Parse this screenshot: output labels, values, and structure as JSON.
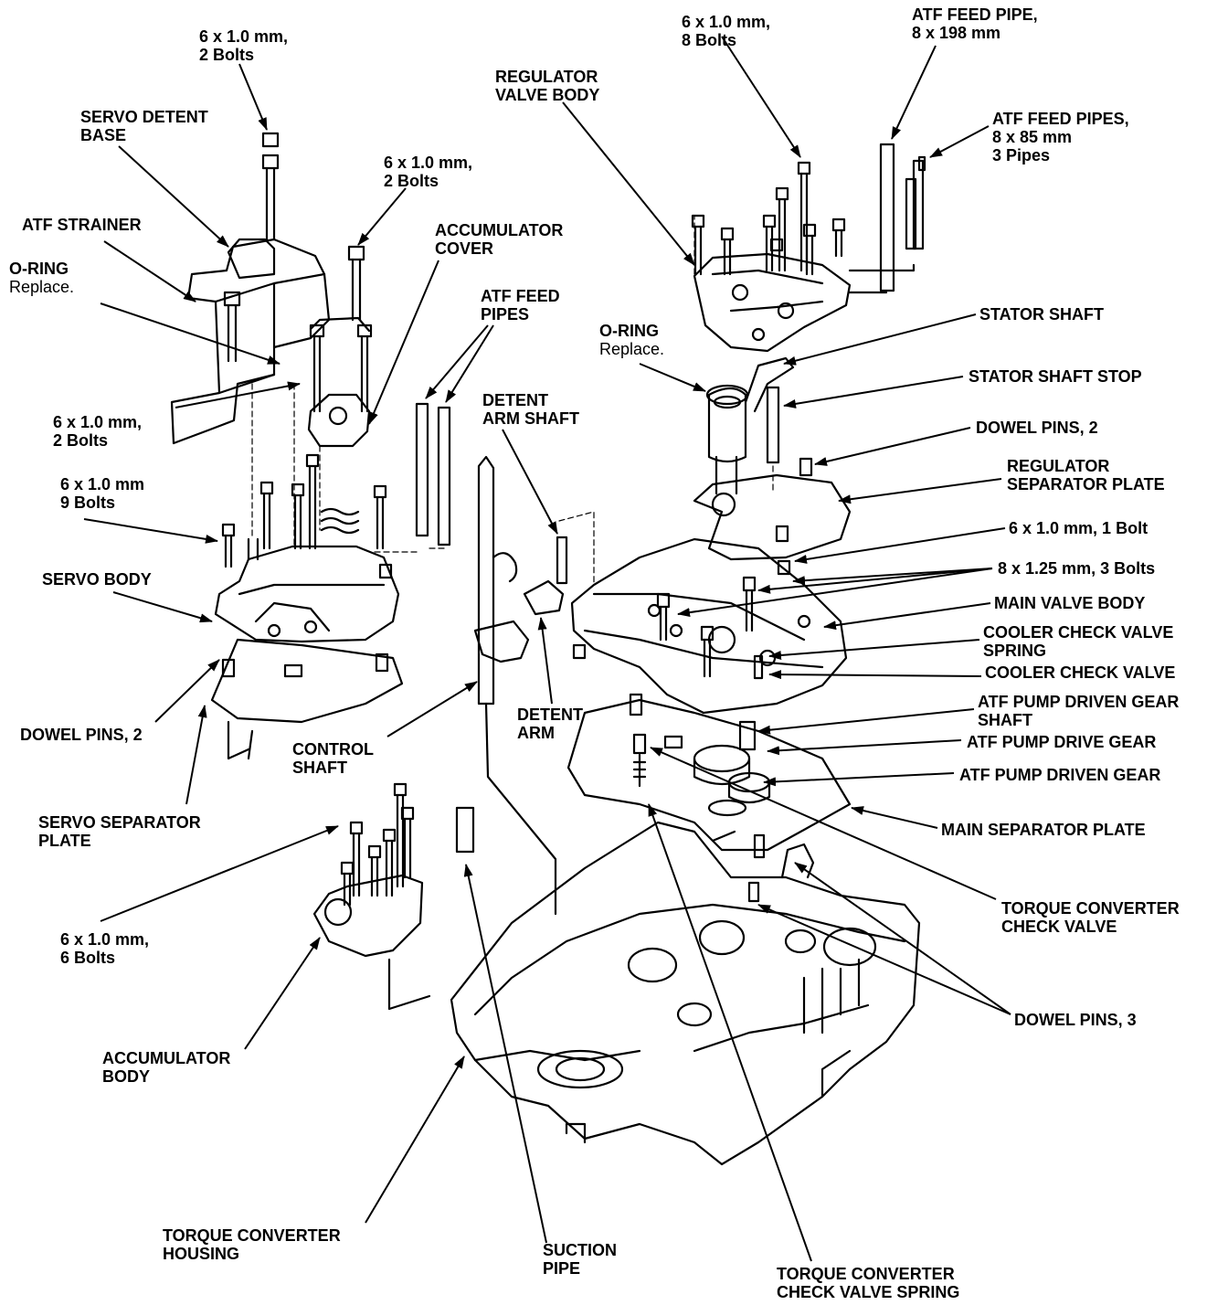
{
  "colors": {
    "ink": "#000000",
    "paper": "#ffffff"
  },
  "labels": {
    "servo_bolts_top": [
      "6 x 1.0 mm,",
      "2 Bolts"
    ],
    "servo_detent_base": [
      "SERVO DETENT",
      "BASE"
    ],
    "cover_bolts": [
      "6 x 1.0 mm,",
      "2 Bolts"
    ],
    "atf_strainer": [
      "ATF STRAINER"
    ],
    "o_ring_left": [
      "O-RING",
      "Replace."
    ],
    "accumulator_cover": [
      "ACCUMULATOR",
      "COVER"
    ],
    "atf_feed_pipes_mid": [
      "ATF FEED",
      "PIPES"
    ],
    "strainer_bolts": [
      "6 x 1.0 mm,",
      "2 Bolts"
    ],
    "detent_arm_shaft": [
      "DETENT",
      "ARM SHAFT"
    ],
    "servo_nine_bolts": [
      "6 x 1.0 mm",
      "9 Bolts"
    ],
    "servo_body": [
      "SERVO BODY"
    ],
    "dowel_pins_left": [
      "DOWEL PINS, 2"
    ],
    "control_shaft": [
      "CONTROL",
      "SHAFT"
    ],
    "detent_arm": [
      "DETENT",
      "ARM"
    ],
    "servo_separator_plate": [
      "SERVO SEPARATOR",
      "PLATE"
    ],
    "accumulator_bolts": [
      "6 x 1.0 mm,",
      "6 Bolts"
    ],
    "accumulator_body": [
      "ACCUMULATOR",
      "BODY"
    ],
    "torque_converter_housing": [
      "TORQUE CONVERTER",
      "HOUSING"
    ],
    "suction_pipe": [
      "SUCTION",
      "PIPE"
    ],
    "tc_check_valve_spring": [
      "TORQUE CONVERTER",
      "CHECK VALVE SPRING"
    ],
    "regulator_bolts": [
      "6 x 1.0 mm,",
      "8 Bolts"
    ],
    "atf_feed_pipe_198": [
      "ATF FEED PIPE,",
      "8 x 198 mm"
    ],
    "regulator_valve_body": [
      "REGULATOR",
      "VALVE BODY"
    ],
    "atf_feed_pipes_85": [
      "ATF FEED PIPES,",
      "8 x 85 mm",
      "3 Pipes"
    ],
    "stator_shaft": [
      "STATOR SHAFT"
    ],
    "o_ring_right": [
      "O-RING",
      "Replace."
    ],
    "stator_shaft_stop": [
      "STATOR SHAFT STOP"
    ],
    "dowel_pins_right": [
      "DOWEL PINS, 2"
    ],
    "regulator_separator_plate": [
      "REGULATOR",
      "SEPARATOR PLATE"
    ],
    "one_bolt": [
      "6 x 1.0 mm, 1 Bolt"
    ],
    "three_bolts": [
      "8 x 1.25 mm, 3 Bolts"
    ],
    "main_valve_body": [
      "MAIN VALVE BODY"
    ],
    "cooler_check_valve_spring": [
      "COOLER CHECK VALVE",
      "SPRING"
    ],
    "cooler_check_valve": [
      "COOLER CHECK VALVE"
    ],
    "atf_pump_driven_gear_shaft": [
      "ATF PUMP DRIVEN GEAR",
      "SHAFT"
    ],
    "atf_pump_drive_gear": [
      "ATF PUMP DRIVE GEAR"
    ],
    "atf_pump_driven_gear": [
      "ATF PUMP DRIVEN GEAR"
    ],
    "main_separator_plate": [
      "MAIN SEPARATOR PLATE"
    ],
    "tc_check_valve": [
      "TORQUE CONVERTER",
      "CHECK VALVE"
    ],
    "dowel_pins_three": [
      "DOWEL PINS, 3"
    ]
  }
}
